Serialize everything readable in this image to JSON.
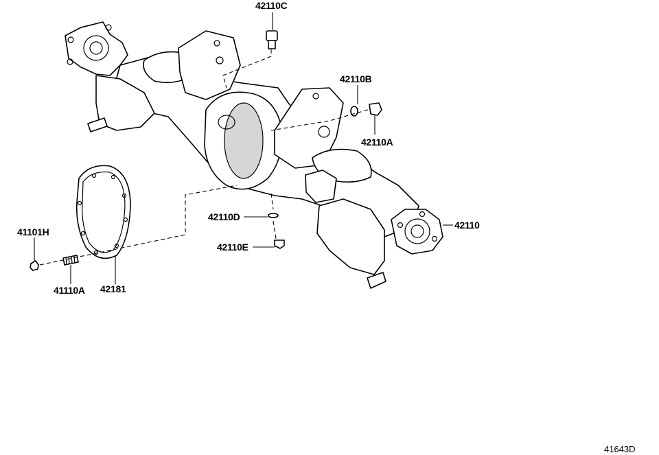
{
  "colors": {
    "line": "#000000",
    "background": "#ffffff",
    "shade": "#d6d6d6"
  },
  "parts": {
    "p42110C": "42110C",
    "p42110B": "42110B",
    "p42110A_right": "42110A",
    "p42110": "42110",
    "p42110D": "42110D",
    "p42110E": "42110E",
    "p41101H": "41101H",
    "p41110A": "41110A",
    "p42181": "42181"
  },
  "diagram_ref": "41643D"
}
